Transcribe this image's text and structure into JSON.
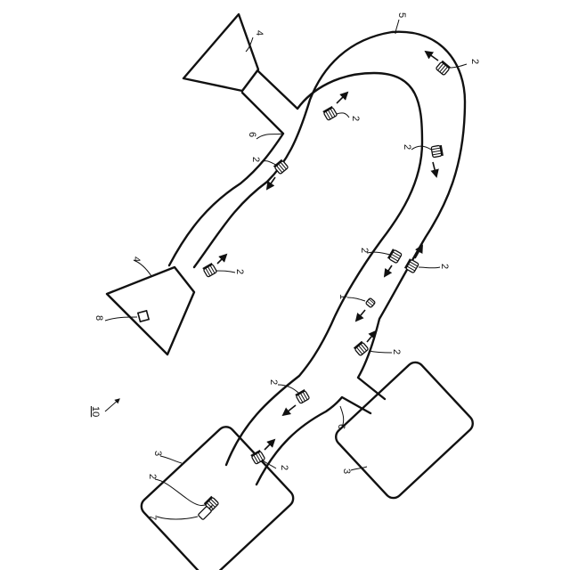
{
  "figure": {
    "reference_label": "10",
    "labels": {
      "vehicle_one": "1",
      "vehicle": "2",
      "station": "3",
      "funnel": "4",
      "road": "5",
      "junction": "6",
      "cart": "7",
      "object": "8"
    }
  },
  "colors": {
    "line": "#111111",
    "background": "#ffffff"
  }
}
